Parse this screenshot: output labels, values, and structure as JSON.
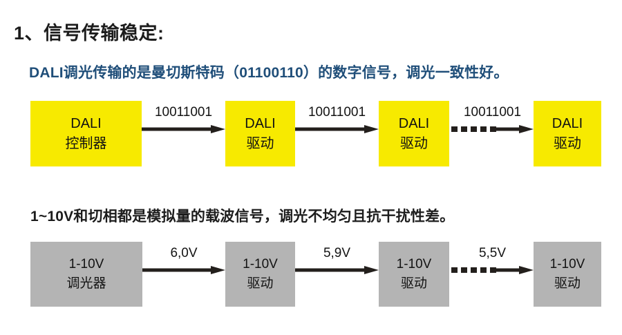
{
  "slide": {
    "background_color": "#ffffff",
    "heading": "1、信号传输稳定:",
    "dali_caption": "DALI调光传输的是曼切斯特码（01100110）的数字信号，调光一致性好。",
    "dali_caption_color": "#1f4e79",
    "analog_caption": "1~10V和切相都是模拟量的载波信号，调光不均匀且抗干扰性差。",
    "analog_caption_color": "#1c1c1c"
  },
  "dali_flow": {
    "node_color": "#f7ea00",
    "nodes": [
      {
        "line1": "DALI",
        "line2": "控制器"
      },
      {
        "line1": "DALI",
        "line2": "驱动"
      },
      {
        "line1": "DALI",
        "line2": "驱动"
      },
      {
        "line1": "DALI",
        "line2": "驱动"
      }
    ],
    "connectors": [
      {
        "label": "10011001",
        "style": "solid"
      },
      {
        "label": "10011001",
        "style": "solid"
      },
      {
        "label": "10011001",
        "style": "dashed"
      }
    ]
  },
  "analog_flow": {
    "node_color": "#b4b4b4",
    "nodes": [
      {
        "line1": "1-10V",
        "line2": "调光器"
      },
      {
        "line1": "1-10V",
        "line2": "驱动"
      },
      {
        "line1": "1-10V",
        "line2": "驱动"
      },
      {
        "line1": "1-10V",
        "line2": "驱动"
      }
    ],
    "connectors": [
      {
        "label": "6,0V",
        "style": "solid"
      },
      {
        "label": "5,9V",
        "style": "solid"
      },
      {
        "label": "5,5V",
        "style": "dashed"
      }
    ]
  }
}
